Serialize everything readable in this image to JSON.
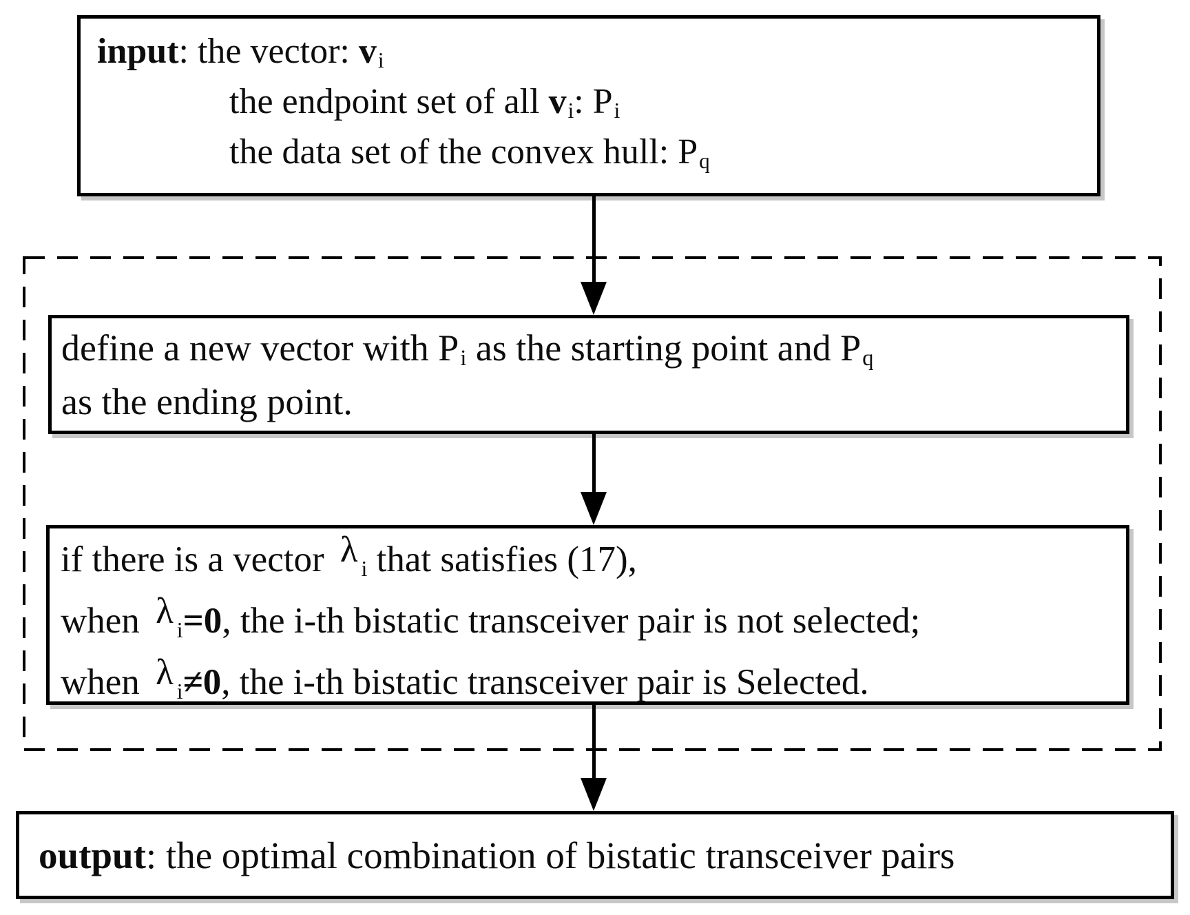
{
  "diagram": {
    "colors": {
      "background": "#ffffff",
      "box_border": "#000000",
      "text": "#0d0d0d",
      "shadow": "#828282",
      "dashed_border": "#000000"
    },
    "input_box": {
      "lines": [
        [
          {
            "t": "input",
            "s": [
              "b"
            ]
          },
          {
            "t": ": the vector: "
          },
          {
            "t": "v",
            "s": [
              "b"
            ]
          },
          {
            "t": "i",
            "s": [
              "sub"
            ]
          }
        ],
        [
          {
            "t": "the endpoint set of all "
          },
          {
            "t": "v",
            "s": [
              "b"
            ]
          },
          {
            "t": "i",
            "s": [
              "sub"
            ]
          },
          {
            "t": ": P"
          },
          {
            "t": "i",
            "s": [
              "sub"
            ]
          }
        ],
        [
          {
            "t": "the data set of the convex hull: P"
          },
          {
            "t": "q",
            "s": [
              "sub"
            ]
          }
        ]
      ]
    },
    "define_box": {
      "lines": [
        [
          {
            "t": "define a new vector with P"
          },
          {
            "t": "i",
            "s": [
              "sub"
            ]
          },
          {
            "t": " as the starting point and P"
          },
          {
            "t": "q",
            "s": [
              "sub"
            ]
          }
        ],
        [
          {
            "t": "as the ending point."
          }
        ]
      ]
    },
    "condition_box": {
      "lines": [
        [
          {
            "t": "if there is a vector "
          },
          {
            "t": "λ",
            "s": [
              "lam"
            ]
          },
          {
            "t": "i",
            "s": [
              "sub"
            ]
          },
          {
            "t": " that satisfies (17),"
          }
        ],
        [
          {
            "t": "when "
          },
          {
            "t": "λ",
            "s": [
              "lam"
            ]
          },
          {
            "t": "i",
            "s": [
              "sub"
            ]
          },
          {
            "t": "=0",
            "s": [
              "b"
            ]
          },
          {
            "t": ", the i-th bistatic transceiver pair is not selected;"
          }
        ],
        [
          {
            "t": "when "
          },
          {
            "t": "λ",
            "s": [
              "lam"
            ]
          },
          {
            "t": "i",
            "s": [
              "sub"
            ]
          },
          {
            "t": "≠0",
            "s": [
              "b"
            ]
          },
          {
            "t": ", the i-th bistatic transceiver pair is Selected."
          }
        ]
      ]
    },
    "output_box": {
      "lines": [
        [
          {
            "t": "output",
            "s": [
              "b"
            ]
          },
          {
            "t": ": the optimal combination of bistatic transceiver pairs"
          }
        ]
      ]
    }
  }
}
